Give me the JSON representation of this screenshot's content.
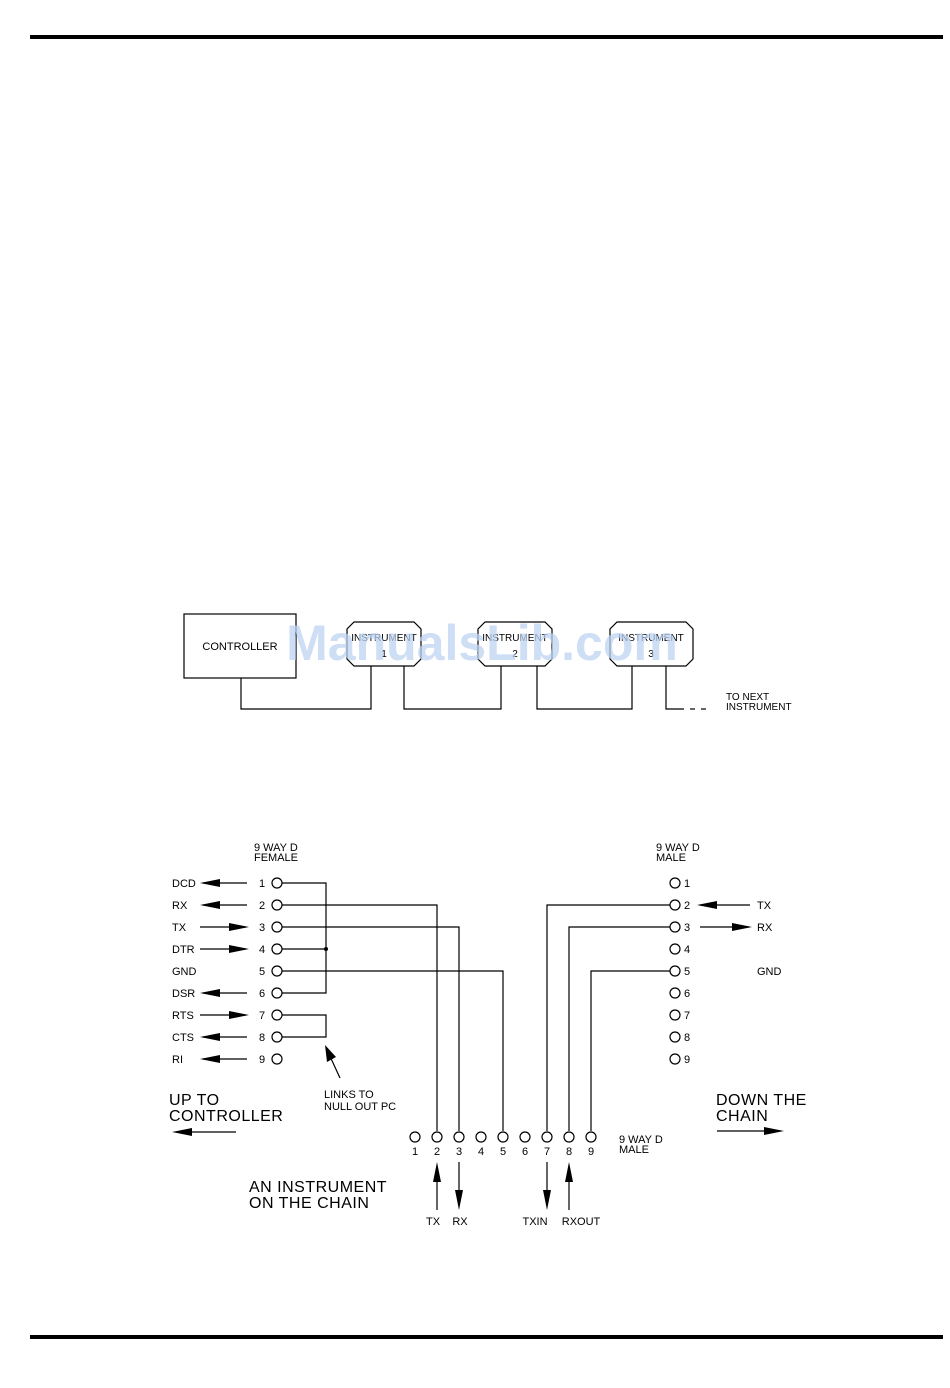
{
  "watermark": "ManualsLib.com",
  "daisy_chain": {
    "controller": "CONTROLLER",
    "instruments": [
      {
        "line1": "INSTRUMENT",
        "line2": "1"
      },
      {
        "line1": "INSTRUMENT",
        "line2": "2"
      },
      {
        "line1": "INSTRUMENT",
        "line2": "3"
      }
    ],
    "next_line1": "TO NEXT",
    "next_line2": "INSTRUMENT"
  },
  "connector_left": {
    "title1": "9 WAY D",
    "title2": "FEMALE",
    "pins": [
      "1",
      "2",
      "3",
      "4",
      "5",
      "6",
      "7",
      "8",
      "9"
    ],
    "signals": [
      "DCD",
      "RX",
      "TX",
      "DTR",
      "GND",
      "DSR",
      "RTS",
      "CTS",
      "RI"
    ],
    "links_line1": "LINKS TO",
    "links_line2": "NULL OUT PC",
    "up_line1": "UP TO",
    "up_line2": "CONTROLLER"
  },
  "connector_right": {
    "title1": "9 WAY D",
    "title2": "MALE",
    "pins": [
      "1",
      "2",
      "3",
      "4",
      "5",
      "6",
      "7",
      "8",
      "9"
    ],
    "signals": {
      "pin2": "TX",
      "pin3": "RX",
      "pin5": "GND"
    },
    "down_line1": "DOWN THE",
    "down_line2": "CHAIN"
  },
  "connector_bottom": {
    "title1": "9 WAY D",
    "title2": "MALE",
    "pins": [
      "1",
      "2",
      "3",
      "4",
      "5",
      "6",
      "7",
      "8",
      "9"
    ],
    "signals": {
      "tx": "TX",
      "rx": "RX",
      "txin": "TXIN",
      "rxout": "RXOUT"
    },
    "caption_line1": "AN INSTRUMENT",
    "caption_line2": "ON THE CHAIN"
  }
}
